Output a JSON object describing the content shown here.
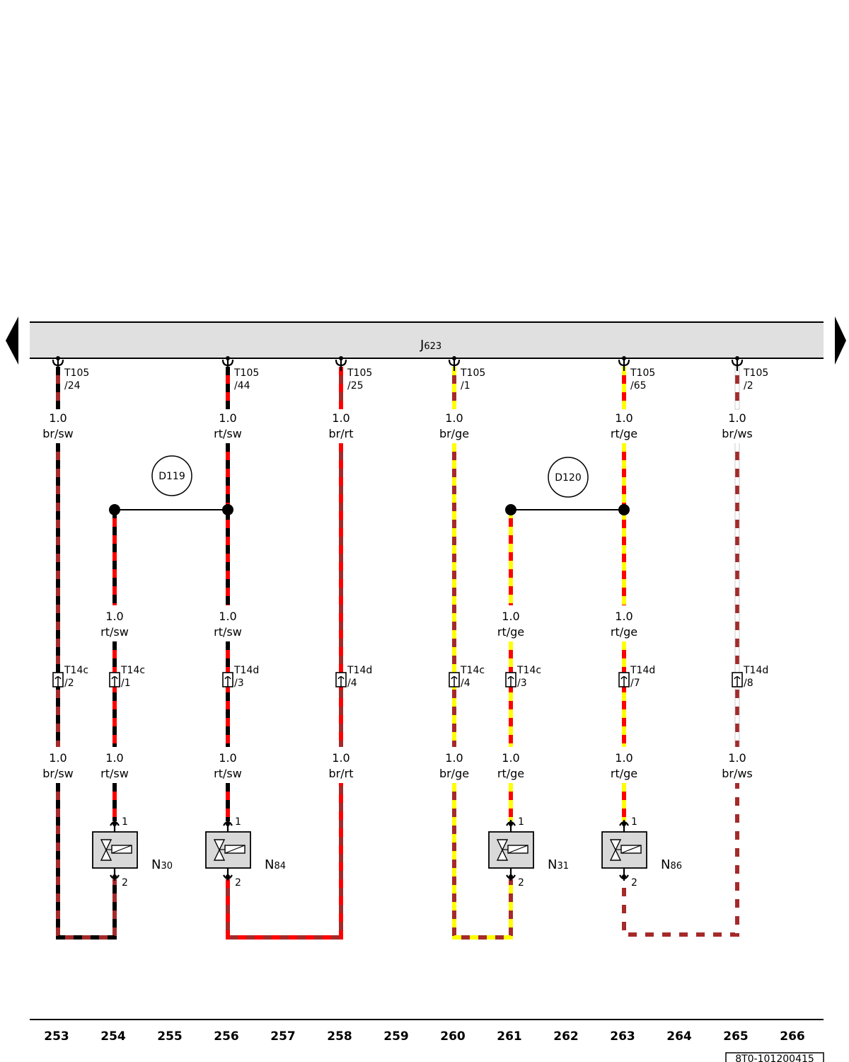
{
  "ecu": {
    "name": "J",
    "sub": "623"
  },
  "colors": {
    "br": "#a52a2a",
    "sw": "#000000",
    "rt": "#ff0000",
    "ge": "#ffff00",
    "ws": "#ffffff",
    "ecu_fill": "#e0e0e0",
    "comp_fill": "#d9d9d9"
  },
  "ecu_pins": [
    {
      "conn": "T105",
      "pin": "/24"
    },
    {
      "conn": "T105",
      "pin": "/44"
    },
    {
      "conn": "T105",
      "pin": "/25"
    },
    {
      "conn": "T105",
      "pin": "/1"
    },
    {
      "conn": "T105",
      "pin": "/65"
    },
    {
      "conn": "T105",
      "pin": "/2"
    }
  ],
  "wire_labels": [
    {
      "size": "1.0",
      "color": "br/sw"
    },
    {
      "size": "1.0",
      "color": "rt/sw"
    },
    {
      "size": "1.0",
      "color": "br/rt"
    },
    {
      "size": "1.0",
      "color": "br/ge"
    },
    {
      "size": "1.0",
      "color": "rt/ge"
    },
    {
      "size": "1.0",
      "color": "br/ws"
    },
    {
      "size": "1.0",
      "color": "rt/sw"
    },
    {
      "size": "1.0",
      "color": "rt/sw"
    },
    {
      "size": "1.0",
      "color": "rt/ge"
    },
    {
      "size": "1.0",
      "color": "rt/ge"
    },
    {
      "size": "1.0",
      "color": "br/sw"
    },
    {
      "size": "1.0",
      "color": "rt/sw"
    },
    {
      "size": "1.0",
      "color": "rt/sw"
    },
    {
      "size": "1.0",
      "color": "br/rt"
    },
    {
      "size": "1.0",
      "color": "br/ge"
    },
    {
      "size": "1.0",
      "color": "rt/ge"
    },
    {
      "size": "1.0",
      "color": "rt/ge"
    },
    {
      "size": "1.0",
      "color": "br/ws"
    }
  ],
  "splices": [
    {
      "label": "D119"
    },
    {
      "label": "D120"
    }
  ],
  "inline_connectors": [
    {
      "conn": "T14c",
      "pin": "/2"
    },
    {
      "conn": "T14c",
      "pin": "/1"
    },
    {
      "conn": "T14d",
      "pin": "/3"
    },
    {
      "conn": "T14d",
      "pin": "/4"
    },
    {
      "conn": "T14c",
      "pin": "/4"
    },
    {
      "conn": "T14c",
      "pin": "/3"
    },
    {
      "conn": "T14d",
      "pin": "/7"
    },
    {
      "conn": "T14d",
      "pin": "/8"
    }
  ],
  "components": [
    {
      "name": "N",
      "sub": "30",
      "pin_top": "1",
      "pin_bottom": "2"
    },
    {
      "name": "N",
      "sub": "84",
      "pin_top": "1",
      "pin_bottom": "2"
    },
    {
      "name": "N",
      "sub": "31",
      "pin_top": "1",
      "pin_bottom": "2"
    },
    {
      "name": "N",
      "sub": "86",
      "pin_top": "1",
      "pin_bottom": "2"
    }
  ],
  "columns": [
    "253",
    "254",
    "255",
    "256",
    "257",
    "258",
    "259",
    "260",
    "261",
    "262",
    "263",
    "264",
    "265",
    "266"
  ],
  "doc_id": "8T0-101200415"
}
